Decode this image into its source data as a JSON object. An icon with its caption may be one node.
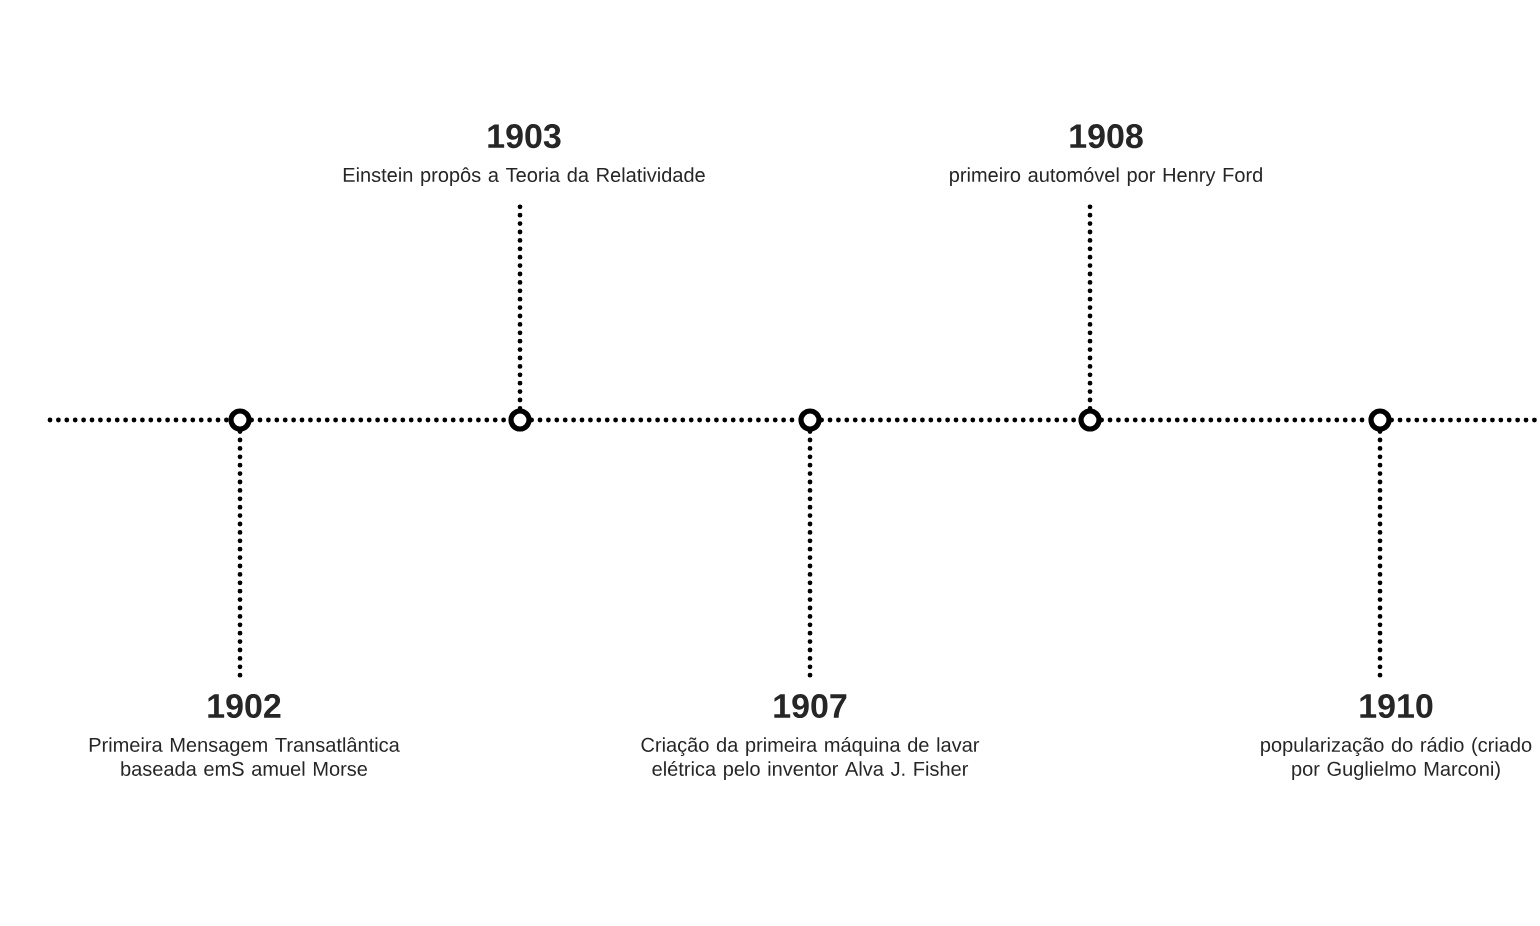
{
  "diagram": {
    "nodes": [
      {
        "text": [
          "1903",
          "Einstein propôs a Teoria da Relatividade"
        ]
      },
      {
        "text": [
          "1908",
          "primeiro automóvel por Henry Ford"
        ]
      },
      {
        "text": [],
        "shape": "circle"
      },
      {
        "text": [],
        "shape": "circle"
      },
      {
        "text": [],
        "shape": "circle"
      },
      {
        "text": [],
        "shape": "circle"
      },
      {
        "text": [],
        "shape": "circle"
      },
      {
        "text": [
          "1902",
          "Primeira Mensagem Transatlântica baseada emS amuel Morse"
        ]
      },
      {
        "text": [
          "1907",
          "Criação da primeira máquina de lavar elétrica pelo inventor Alva J. Fisher"
        ]
      },
      {
        "text": [
          "1910",
          "popularização do rádio (criado por Guglielmo Marconi)"
        ]
      }
    ],
    "edges": [
      {
        "from": null,
        "to": 2,
        "arrow": "none"
      },
      {
        "from": 2,
        "to": 3,
        "arrow": "none"
      },
      {
        "from": 3,
        "to": 4,
        "arrow": "none"
      },
      {
        "from": 4,
        "to": 5,
        "arrow": "none"
      },
      {
        "from": 5,
        "to": 6,
        "arrow": "none"
      },
      {
        "from": 6,
        "to": null,
        "arrow": "none"
      },
      {
        "from": 2,
        "to": 7,
        "arrow": "none"
      },
      {
        "from": 3,
        "to": 0,
        "arrow": "none"
      },
      {
        "from": 4,
        "to": 8,
        "arrow": "none"
      },
      {
        "from": 5,
        "to": 1,
        "arrow": "none"
      },
      {
        "from": 6,
        "to": 9,
        "arrow": "none"
      }
    ]
  }
}
